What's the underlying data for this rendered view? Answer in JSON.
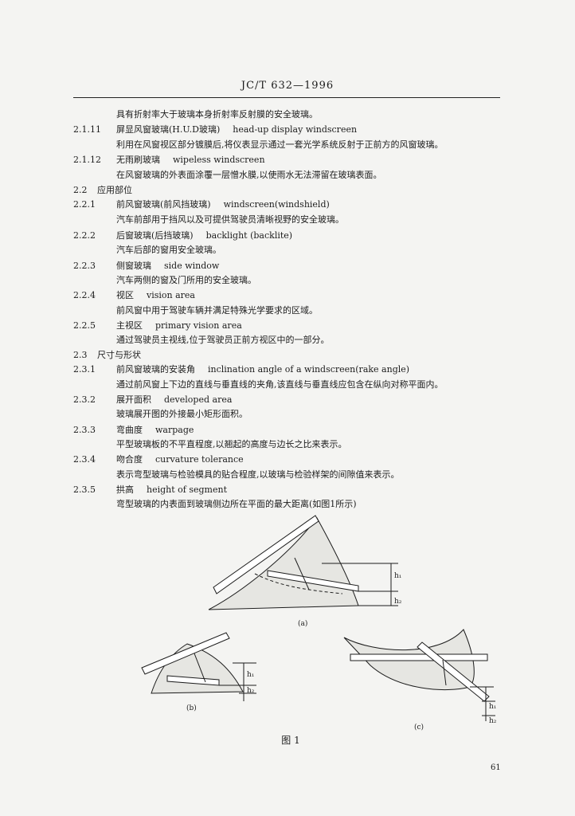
{
  "header": {
    "code": "JC/T 632—1996"
  },
  "lines": [
    {
      "num": "",
      "title": "",
      "en": "",
      "text": "具有折射率大于玻璃本身折射率反射膜的安全玻璃。"
    },
    {
      "num": "2.1.11",
      "title": "屏显风窗玻璃(H.U.D玻璃)",
      "en": "head-up display windscreen",
      "text": ""
    },
    {
      "num": "",
      "title": "",
      "en": "",
      "text": "利用在风窗视区部分镀膜后,将仪表显示通过一套光学系统反射于正前方的风窗玻璃。"
    },
    {
      "num": "2.1.12",
      "title": "无雨刷玻璃",
      "en": "wipeless windscreen",
      "text": ""
    },
    {
      "num": "",
      "title": "",
      "en": "",
      "text": "在风窗玻璃的外表面涂覆一层憎水膜,以使雨水无法滞留在玻璃表面。"
    },
    {
      "num": "2.2",
      "title": "应用部位",
      "en": "",
      "text": ""
    },
    {
      "num": "2.2.1",
      "title": "前风窗玻璃(前风挡玻璃)",
      "en": "windscreen(windshield)",
      "text": ""
    },
    {
      "num": "",
      "title": "",
      "en": "",
      "text": "汽车前部用于挡风以及可提供驾驶员清晰视野的安全玻璃。"
    },
    {
      "num": "2.2.2",
      "title": "后窗玻璃(后挡玻璃)",
      "en": "backlight (backlite)",
      "text": ""
    },
    {
      "num": "",
      "title": "",
      "en": "",
      "text": "汽车后部的窗用安全玻璃。"
    },
    {
      "num": "2.2.3",
      "title": "侧窗玻璃",
      "en": "side window",
      "text": ""
    },
    {
      "num": "",
      "title": "",
      "en": "",
      "text": "汽车两侧的窗及门所用的安全玻璃。"
    },
    {
      "num": "2.2.4",
      "title": "视区",
      "en": "vision area",
      "text": ""
    },
    {
      "num": "",
      "title": "",
      "en": "",
      "text": "前风窗中用于驾驶车辆并满足特殊光学要求的区域。"
    },
    {
      "num": "2.2.5",
      "title": "主视区",
      "en": "primary vision area",
      "text": ""
    },
    {
      "num": "",
      "title": "",
      "en": "",
      "text": "通过驾驶员主视线,位于驾驶员正前方视区中的一部分。"
    },
    {
      "num": "2.3",
      "title": "尺寸与形状",
      "en": "",
      "text": ""
    },
    {
      "num": "2.3.1",
      "title": "前风窗玻璃的安装角",
      "en": "inclination angle of a windscreen(rake angle)",
      "text": ""
    },
    {
      "num": "",
      "title": "",
      "en": "",
      "text": "通过前风窗上下边的直线与垂直线的夹角,该直线与垂直线应包含在纵向对称平面内。"
    },
    {
      "num": "2.3.2",
      "title": "展开面积",
      "en": "developed area",
      "text": ""
    },
    {
      "num": "",
      "title": "",
      "en": "",
      "text": "玻璃展开图的外接最小矩形面积。"
    },
    {
      "num": "2.3.3",
      "title": "弯曲度",
      "en": "warpage",
      "text": ""
    },
    {
      "num": "",
      "title": "",
      "en": "",
      "text": "平型玻璃板的不平直程度,以翘起的高度与边长之比来表示。"
    },
    {
      "num": "2.3.4",
      "title": "吻合度",
      "en": "curvature tolerance",
      "text": ""
    },
    {
      "num": "",
      "title": "",
      "en": "",
      "text": "表示弯型玻璃与检验模具的贴合程度,以玻璃与检验样架的间隙值来表示。"
    },
    {
      "num": "2.3.5",
      "title": "拱高",
      "en": "height of segment",
      "text": ""
    },
    {
      "num": "",
      "title": "",
      "en": "",
      "text": "弯型玻璃的内表面到玻璃侧边所在平面的最大距离(如图1所示)"
    }
  ],
  "figure": {
    "labels": {
      "a": "(a)",
      "b": "(b)",
      "c": "(c)",
      "h1": "h₁",
      "h2": "h₂"
    },
    "caption": "图 1"
  },
  "page_number": "61"
}
